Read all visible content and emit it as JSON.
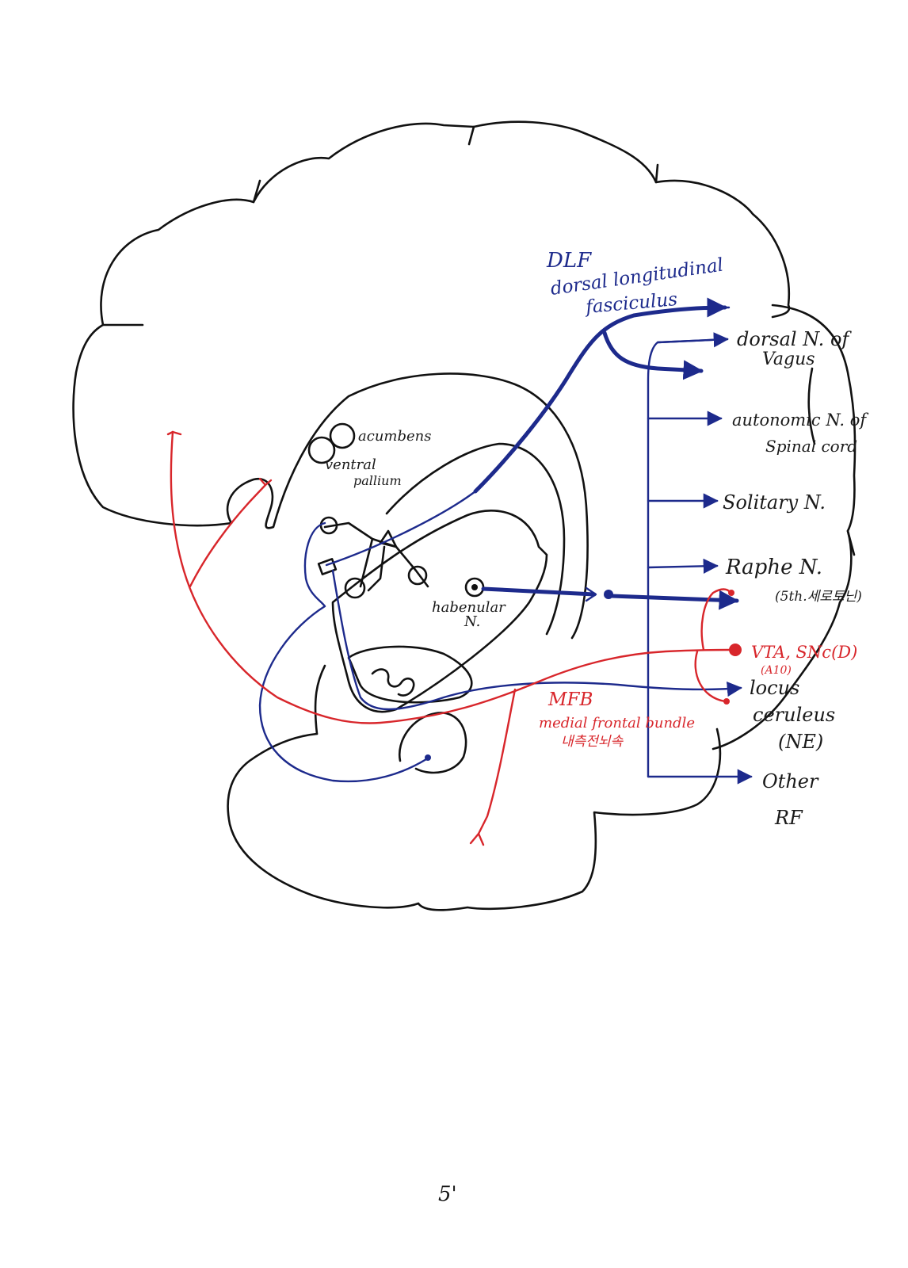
{
  "colors": {
    "outline": "#111111",
    "dlf_blue": "#1d2a8c",
    "mfb_red": "#d8262b"
  },
  "labels": {
    "dlf_abbrev": "DLF",
    "dlf_full_1": "dorsal longitudinal",
    "dlf_full_2": "fasciculus",
    "dorsal_vagus_1": "dorsal N. of",
    "dorsal_vagus_2": "Vagus",
    "autonomic_1": "autonomic N. of",
    "autonomic_2": "Spinal cord",
    "solitary": "Solitary N.",
    "raphe": "Raphe N.",
    "raphe_note": "(5th.세로토닌)",
    "vta": "VTA, SNc(D)",
    "vta_note": "(A10)",
    "locus_1": "locus",
    "locus_2": "ceruleus",
    "locus_3": "(NE)",
    "other_1": "Other",
    "other_2": "RF",
    "mfb_abbrev": "MFB",
    "mfb_full": "medial frontal bundle",
    "mfb_korean": "내측전뇌속",
    "accumbens": "acumbens",
    "ventral_pallium_1": "ventral",
    "ventral_pallium_2": "pallium",
    "habenular_1": "habenular",
    "habenular_2": "N.",
    "page_number": "5'"
  }
}
